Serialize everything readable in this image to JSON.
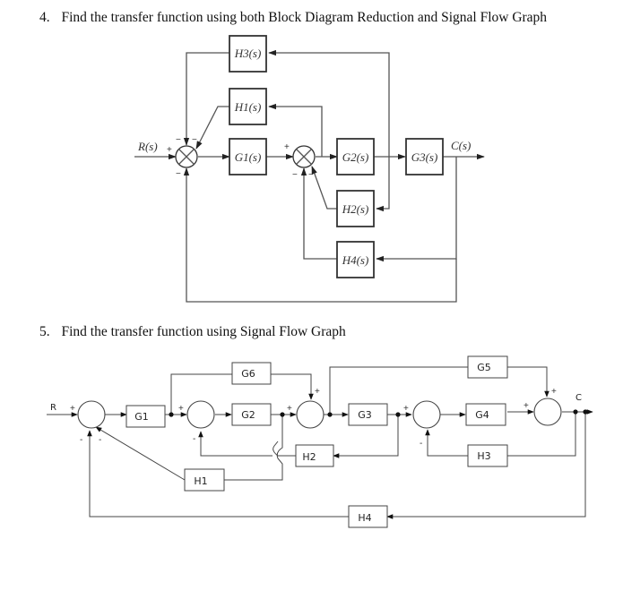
{
  "questions": [
    {
      "number": "4.",
      "text": "Find the transfer function using both Block Diagram Reduction and Signal Flow Graph"
    },
    {
      "number": "5.",
      "text": "Find the transfer function using Signal Flow Graph"
    }
  ],
  "diagram1": {
    "input_label": "R(s)",
    "output_label": "C(s)",
    "blocks": {
      "H3": "H3(s)",
      "H1": "H1(s)",
      "G1": "G1(s)",
      "G2": "G2(s)",
      "G3": "G3(s)",
      "H2": "H2(s)",
      "H4": "H4(s)"
    },
    "signs": {
      "sum1_input": "+",
      "sum1_top_left": "−",
      "sum1_top_right": "−",
      "sum1_bottom": "−",
      "sum2_input": "+",
      "sum2_bottom_left": "−",
      "sum2_bottom_right": "−"
    }
  },
  "diagram2": {
    "input_label": "R",
    "output_label": "C",
    "blocks": {
      "G1": "G1",
      "G2": "G2",
      "G3": "G3",
      "G4": "G4",
      "G5": "G5",
      "G6": "G6",
      "H1": "H1",
      "H2": "H2",
      "H3": "H3",
      "H4": "H4"
    },
    "signs": {
      "plus": "+",
      "minus": "-"
    }
  }
}
